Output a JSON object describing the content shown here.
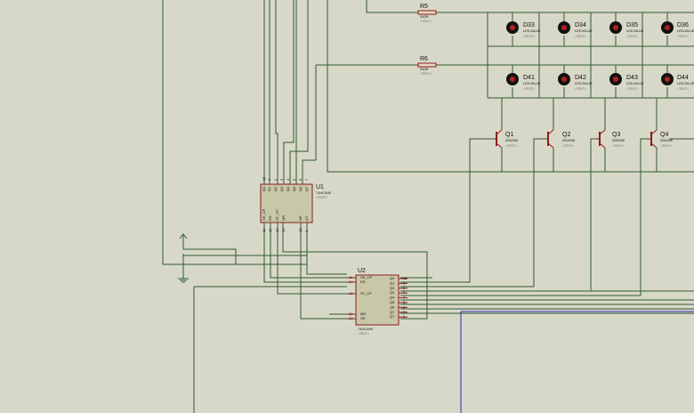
{
  "schematic": {
    "resistors": [
      {
        "ref": "R5",
        "value": "330R",
        "text": "<TEXT>"
      },
      {
        "ref": "R6",
        "value": "330R",
        "text": "<TEXT>"
      }
    ],
    "leds_row1": [
      {
        "ref": "D33",
        "type": "LED-BLUE",
        "text": "<TEXT>"
      },
      {
        "ref": "D34",
        "type": "LED-BLUE",
        "text": "<TEXT>"
      },
      {
        "ref": "D35",
        "type": "LED-BLUE",
        "text": "<TEXT>"
      },
      {
        "ref": "D36",
        "type": "LED-BLUE",
        "text": "<TEXT>"
      }
    ],
    "leds_row2": [
      {
        "ref": "D41",
        "type": "LED-BLUE",
        "text": "<TEXT>"
      },
      {
        "ref": "D42",
        "type": "LED-BLUE",
        "text": "<TEXT>"
      },
      {
        "ref": "D43",
        "type": "LED-BLUE",
        "text": "<TEXT>"
      },
      {
        "ref": "D44",
        "type": "LED-BLUE",
        "text": "<TEXT>"
      }
    ],
    "transistors": [
      {
        "ref": "Q1",
        "type": "2N3906",
        "text": "<TEXT>"
      },
      {
        "ref": "Q2",
        "type": "2N3906",
        "text": "<TEXT>"
      },
      {
        "ref": "Q3",
        "type": "2N3906",
        "text": "<TEXT>"
      },
      {
        "ref": "Q4",
        "type": "2N3906",
        "text": "<TEXT>"
      }
    ],
    "u1": {
      "ref": "U1",
      "part": "74HC595",
      "text": "<TEXT>",
      "top_pins": [
        "Q0",
        "Q1",
        "Q2",
        "Q3",
        "Q4",
        "Q5",
        "Q6",
        "Q7"
      ],
      "top_pin_nums": [
        "15",
        "1",
        "2",
        "3",
        "4",
        "5",
        "6",
        "7"
      ],
      "bottom_pins": [
        "SH_CP",
        "DS",
        "ST_CP",
        "MR",
        "OE",
        "Q7'"
      ],
      "bottom_pin_nums": [
        "11",
        "14",
        "12",
        "10",
        "13",
        "9"
      ]
    },
    "u2": {
      "ref": "U2",
      "part": "74HC595",
      "text": "<TEXT>",
      "left_pins": [
        "SH_CP",
        "DS",
        "ST_CP",
        "MR",
        "OE"
      ],
      "left_nums": [
        "11",
        "14",
        "12",
        "10",
        "13"
      ],
      "right_pins": [
        "Q0",
        "Q1",
        "Q2",
        "Q3",
        "Q4",
        "Q5",
        "Q6",
        "Q7",
        "Q7'"
      ],
      "right_nums": [
        "15",
        "1",
        "2",
        "3",
        "4",
        "5",
        "6",
        "7",
        "9"
      ]
    }
  }
}
